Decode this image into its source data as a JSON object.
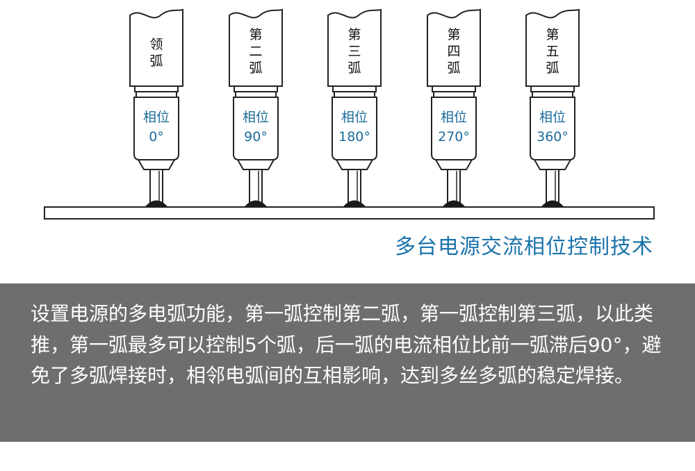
{
  "torches": [
    {
      "name_lines": [
        "领",
        "弧"
      ],
      "phase_label": "相位",
      "phase_value": "0°"
    },
    {
      "name_lines": [
        "第",
        "二",
        "弧"
      ],
      "phase_label": "相位",
      "phase_value": "90°"
    },
    {
      "name_lines": [
        "第",
        "三",
        "弧"
      ],
      "phase_label": "相位",
      "phase_value": "180°"
    },
    {
      "name_lines": [
        "第",
        "四",
        "弧"
      ],
      "phase_label": "相位",
      "phase_value": "270°"
    },
    {
      "name_lines": [
        "第",
        "五",
        "弧"
      ],
      "phase_label": "相位",
      "phase_value": "360°"
    }
  ],
  "caption": "多台电源交流相位控制技术",
  "description": "设置电源的多电弧功能，第一弧控制第二弧，第一弧控制第三弧，以此类推，第一弧最多可以控制5个弧，后一弧的电流相位比前一弧滞后90°，避免了多弧焊接时，相邻电弧间的互相影响，达到多丝多弧的稳定焊接。",
  "colors": {
    "phase_text": "#1b6c9a",
    "caption_text": "#1a73ab",
    "panel_background": "#6e6e6e",
    "outline": "#222222"
  }
}
